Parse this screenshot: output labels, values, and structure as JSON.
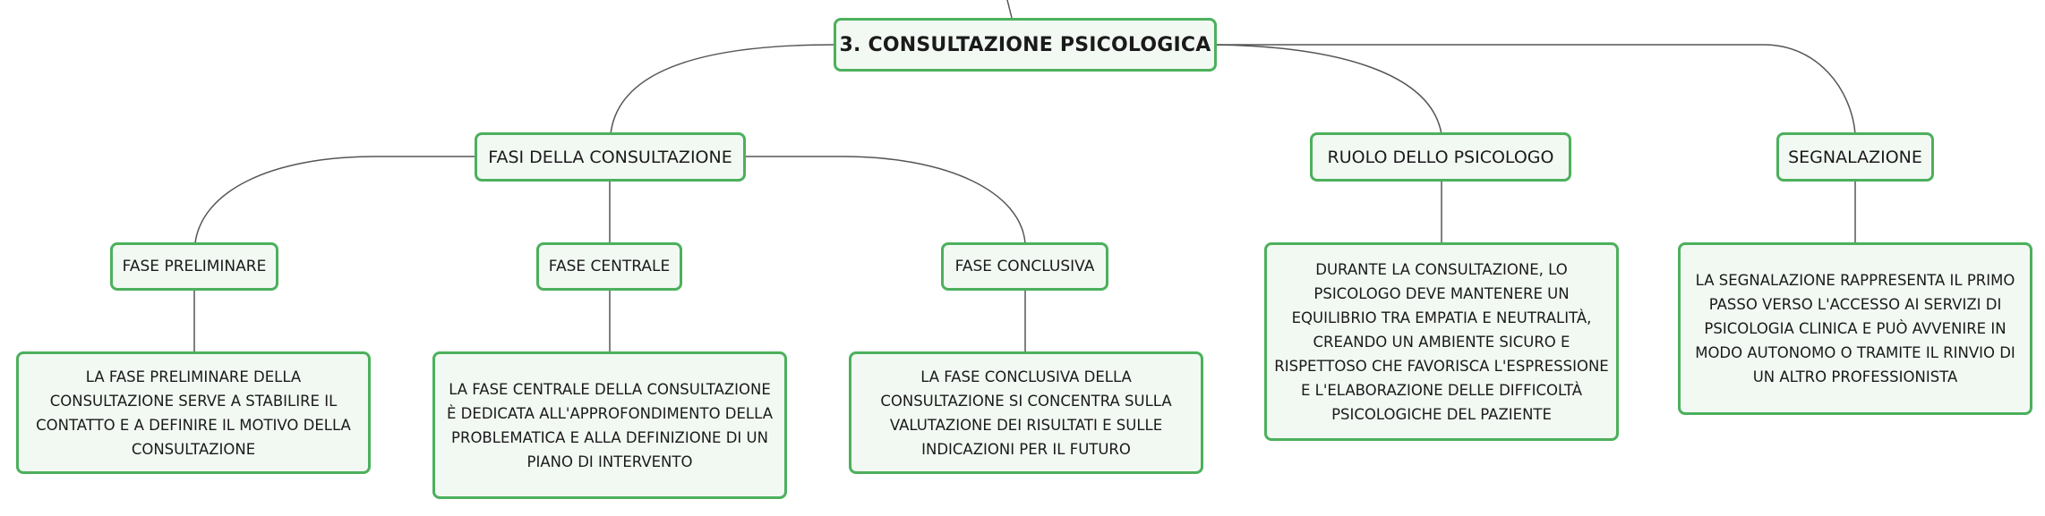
{
  "root": {
    "label": "3. CONSULTAZIONE PSICOLOGICA"
  },
  "branches": {
    "fasi": {
      "label": "FASI DELLA CONSULTAZIONE",
      "children": {
        "preliminare": {
          "label": "FASE PRELIMINARE",
          "description": "LA FASE PRELIMINARE DELLA CONSULTAZIONE SERVE A STABILIRE IL CONTATTO E A DEFINIRE IL MOTIVO DELLA CONSULTAZIONE"
        },
        "centrale": {
          "label": "FASE CENTRALE",
          "description": "LA FASE CENTRALE DELLA CONSULTAZIONE È DEDICATA ALL'APPROFONDIMENTO DELLA PROBLEMATICA E ALLA DEFINIZIONE DI UN PIANO DI INTERVENTO"
        },
        "conclusiva": {
          "label": "FASE CONCLUSIVA",
          "description": "LA FASE CONCLUSIVA DELLA CONSULTAZIONE SI CONCENTRA SULLA VALUTAZIONE DEI RISULTATI E SULLE INDICAZIONI PER IL FUTURO"
        }
      }
    },
    "ruolo": {
      "label": "RUOLO DELLO PSICOLOGO",
      "description": "DURANTE LA CONSULTAZIONE, LO PSICOLOGO DEVE MANTENERE UN EQUILIBRIO TRA EMPATIA E NEUTRALITÀ, CREANDO UN AMBIENTE SICURO E RISPETTOSO CHE FAVORISCA L'ESPRESSIONE E L'ELABORAZIONE DELLE DIFFICOLTÀ PSICOLOGICHE DEL PAZIENTE"
    },
    "segnalazione": {
      "label": "SEGNALAZIONE",
      "description": "LA SEGNALAZIONE RAPPRESENTA IL PRIMO PASSO VERSO L'ACCESSO AI SERVIZI DI PSICOLOGIA CLINICA E PUÒ AVVENIRE IN MODO AUTONOMO O TRAMITE IL RINVIO DI UN ALTRO PROFESSIONISTA"
    }
  },
  "colors": {
    "node_border": "#4cb05c",
    "node_fill": "#f2f9f3",
    "connector": "#555555"
  }
}
